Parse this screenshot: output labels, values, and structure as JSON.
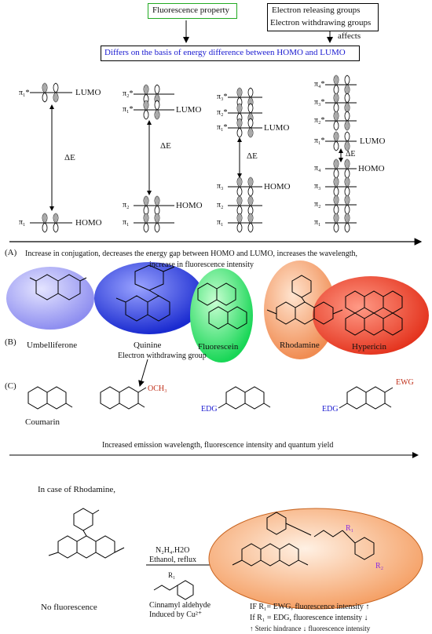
{
  "header": {
    "fluorescence_property": "Fluorescence property",
    "ewg_line1": "Electron releasing groups",
    "ewg_line2": "Electron withdrawing groups",
    "affects": "affects",
    "differs": "Differs on the basis of energy difference between HOMO and LUMO"
  },
  "orbitals": {
    "lumo": "LUMO",
    "homo": "HOMO",
    "delta_e": "ΔE",
    "col1": [
      "π₁*",
      "π₁"
    ],
    "col2": [
      "π₂*",
      "π₁*",
      "π₂",
      "π₁"
    ],
    "col3": [
      "π₃*",
      "π₂*",
      "π₁*",
      "π₃",
      "π₂",
      "π₁"
    ],
    "col4": [
      "π₄*",
      "π₃*",
      "π₂*",
      "π₁*",
      "π₄",
      "π₃",
      "π₂",
      "π₁"
    ]
  },
  "section_a": {
    "label": "(A)",
    "text1": "Increase in conjugation, decreases the energy gap between HOMO and LUMO, increases the wavelength,",
    "text2": "increase in fluorescence intensity"
  },
  "section_b": {
    "label": "(B)",
    "molecules": [
      "Umbelliferone",
      "Quinine",
      "Fluorescein",
      "Rhodamine",
      "Hypericin"
    ],
    "colors": {
      "umbelliferone": "#8e8ef0",
      "quinine": "#2233d6",
      "fluorescein": "#22e060",
      "rhodamine": "#f4a070",
      "hypericin": "#ee3b1f"
    }
  },
  "section_c": {
    "label": "(C)",
    "ewg_label": "Electron withdrawing group",
    "coumarin": "Coumarin",
    "och3": "OCH₃",
    "edg": "EDG",
    "ewg": "EWG",
    "arrow_text": "Increased emission wavelength, fluorescence intensity and quantum yield"
  },
  "rhodamine_case": {
    "intro": "In case of Rhodamine,",
    "reagent1": "N₂H₄.H2O",
    "reagent2": "Ethanol, reflux",
    "r1": "R₁",
    "r2": "R₂",
    "cinnamyl": "Cinnamyl aldehyde",
    "induced": "Induced by Cu²⁺",
    "no_fluor": "No fluorescence",
    "if_ewg": "IF R₁= EWG, fluorescence intensity",
    "if_edg": "If R₁ = EDG, fluorescence intensity",
    "steric": "Steric hindrance",
    "fluor_int": "fluorescence intensity"
  }
}
